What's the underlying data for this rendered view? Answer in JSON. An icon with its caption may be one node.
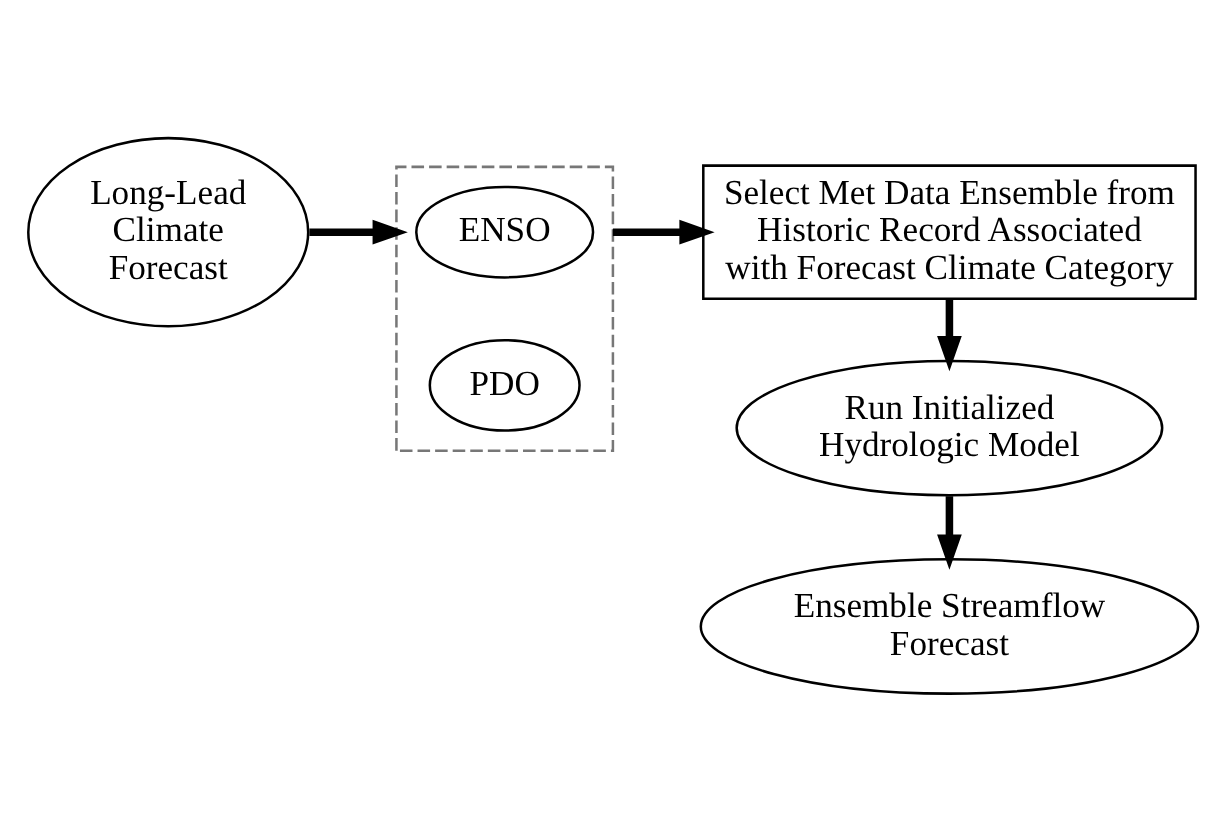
{
  "diagram": {
    "nodes": [
      {
        "text": [
          "Long-Lead Climate Forecast"
        ]
      },
      {
        "text": [],
        "shape": "box"
      },
      {
        "text": [
          "ENSO"
        ],
        "in": 1
      },
      {
        "text": [
          "PDO"
        ],
        "in": 1
      },
      {
        "text": [
          "Select Met Data Ensemble from Historic Record Associated with Forecast Climate Category"
        ]
      },
      {
        "text": [
          "Run Initialized Hydrologic Model"
        ]
      },
      {
        "text": [
          "Ensemble Streamflow Forecast"
        ]
      }
    ],
    "edges": [
      {
        "from": 0,
        "to": 1,
        "arrow": "to"
      },
      {
        "from": 1,
        "to": 4,
        "arrow": "to"
      },
      {
        "from": 4,
        "to": 5,
        "arrow": "to"
      },
      {
        "from": 5,
        "to": 6,
        "arrow": "to"
      }
    ]
  }
}
